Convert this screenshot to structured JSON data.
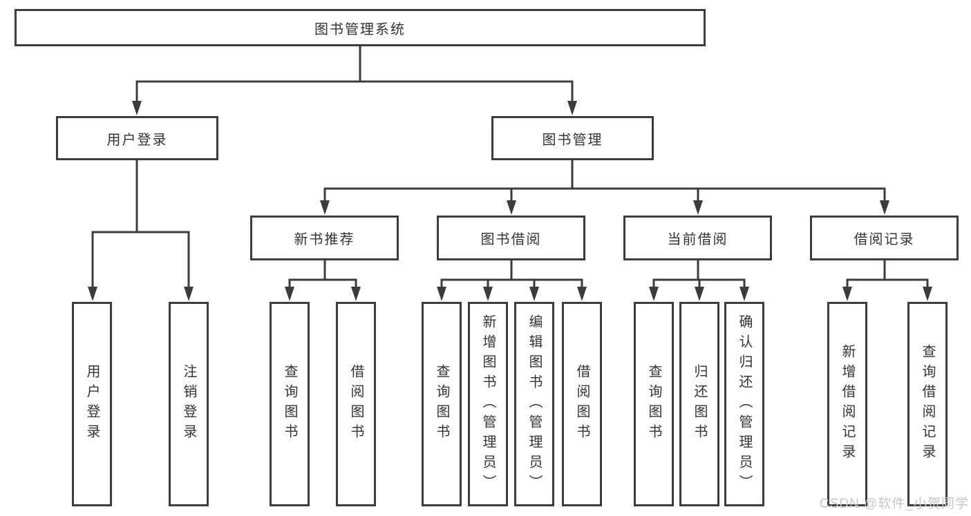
{
  "diagram": {
    "root": {
      "label": "图书管理系统"
    },
    "children": [
      {
        "label": "用户登录",
        "children": [
          {
            "label": "用户登录"
          },
          {
            "label": "注销登录"
          }
        ]
      },
      {
        "label": "图书管理",
        "children": [
          {
            "label": "新书推荐",
            "children": [
              {
                "label": "查询图书"
              },
              {
                "label": "借阅图书"
              }
            ]
          },
          {
            "label": "图书借阅",
            "children": [
              {
                "label": "查询图书"
              },
              {
                "label": "新增图书（管理员）"
              },
              {
                "label": "编辑图书（管理员）"
              },
              {
                "label": "借阅图书"
              }
            ]
          },
          {
            "label": "当前借阅",
            "children": [
              {
                "label": "查询图书"
              },
              {
                "label": "归还图书"
              },
              {
                "label": "确认归还（管理员）"
              }
            ]
          },
          {
            "label": "借阅记录",
            "children": [
              {
                "label": "新增借阅记录"
              },
              {
                "label": "查询借阅记录"
              }
            ]
          }
        ]
      }
    ]
  },
  "watermark": {
    "text": "CSDN @软件_小贺同学",
    "color": "#c6c6c6"
  },
  "colors": {
    "line": "#3b3b3b",
    "box_border": "#3b3b3b",
    "text": "#333333",
    "background": "#ffffff"
  }
}
